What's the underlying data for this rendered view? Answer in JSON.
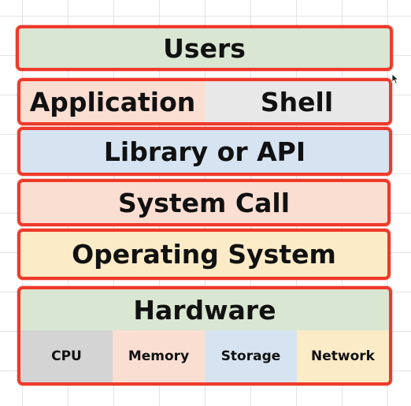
{
  "layers": {
    "users": {
      "label": "Users",
      "color": "#d9e6d2"
    },
    "application": {
      "label": "Application",
      "color": "#fbded2"
    },
    "shell": {
      "label": "Shell",
      "color": "#e8e8e8"
    },
    "library": {
      "label": "Library or API",
      "color": "#d6e4f2"
    },
    "system_call": {
      "label": "System Call",
      "color": "#fbded2"
    },
    "operating_system": {
      "label": "Operating System",
      "color": "#fcebc7"
    },
    "hardware": {
      "label": "Hardware",
      "color": "#d9e6d2",
      "components": [
        {
          "label": "CPU",
          "color": "#d4d4d4"
        },
        {
          "label": "Memory",
          "color": "#fbded2"
        },
        {
          "label": "Storage",
          "color": "#d6e4f2"
        },
        {
          "label": "Network",
          "color": "#fcebc7"
        }
      ]
    }
  },
  "border_color": "#ee3a2b"
}
